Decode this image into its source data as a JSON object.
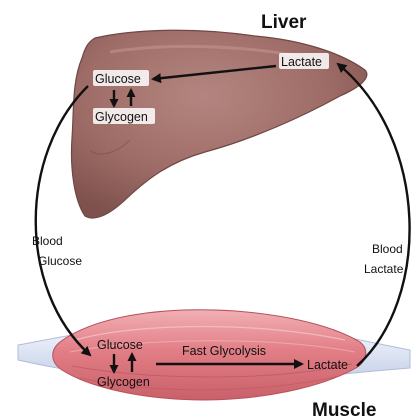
{
  "liver": {
    "title": "Liver",
    "glucose": "Glucose",
    "glycogen": "Glycogen",
    "lactate": "Lactate"
  },
  "muscle": {
    "title": "Muscle",
    "glucose": "Glucose",
    "glycogen": "Glycogen",
    "lactate": "Lactate",
    "process": "Fast Glycolysis"
  },
  "pathways": {
    "blood_glucose": [
      "Blood",
      "Glucose"
    ],
    "blood_lactate": [
      "Blood",
      "Lactate"
    ]
  },
  "colors": {
    "liver": "#9c6a66",
    "muscle": "#e3898f",
    "arrow": "#111111"
  }
}
